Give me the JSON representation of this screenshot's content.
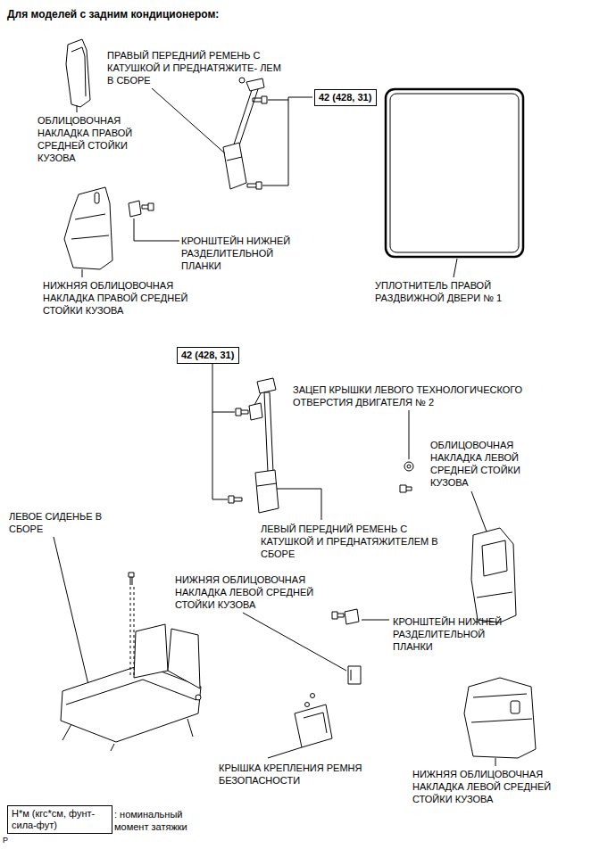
{
  "diagram": {
    "title": "Для моделей с задним кондиционером:",
    "nodes": [
      {
        "text": [
          "42 (428, 31)"
        ]
      },
      {
        "text": [
          "42 (428, 31)"
        ]
      },
      {
        "text": [
          "Н*м (кгс*см, фунт-сила-фут)"
        ]
      }
    ],
    "labels": [
      "ПРАВЫЙ ПЕРЕДНИЙ РЕМЕНЬ С КАТУШКОЙ И ПРЕДНАТЯЖИТЕ- ЛЕМ В СБОРЕ",
      "ОБЛИЦОВОЧНАЯ НАКЛАДКА ПРАВОЙ СРЕДНЕЙ СТОЙКИ КУЗОВА",
      "КРОНШТЕЙН НИЖНЕЙ РАЗДЕЛИТЕЛЬНОЙ ПЛАНКИ",
      "НИЖНЯЯ ОБЛИЦОВОЧНАЯ НАКЛАДКА ПРАВОЙ СРЕДНЕЙ СТОЙКИ КУЗОВА",
      "УПЛОТНИТЕЛЬ ПРАВОЙ РАЗДВИЖНОЙ ДВЕРИ № 1",
      "ЗАЦЕП КРЫШКИ ЛЕВОГО ТЕХНОЛОГИЧЕСКОГО ОТВЕРСТИЯ ДВИГАТЕЛЯ № 2",
      "ОБЛИЦОВОЧНАЯ НАКЛАДКА ЛЕВОЙ СРЕДНЕЙ СТОЙКИ КУЗОВА",
      "ЛЕВОЕ СИДЕНЬЕ В СБОРЕ",
      "ЛЕВЫЙ ПЕРЕДНИЙ РЕМЕНЬ С КАТУШКОЙ И ПРЕДНАТЯЖИТЕЛЕМ В СБОРЕ",
      "НИЖНЯЯ ОБЛИЦОВОЧНАЯ НАКЛАДКА ЛЕВОЙ СРЕДНЕЙ СТОЙКИ КУЗОВА",
      "КРОНШТЕЙН НИЖНЕЙ РАЗДЕЛИТЕЛЬНОЙ ПЛАНКИ",
      "КРЫШКА КРЕПЛЕНИЯ РЕМНЯ БЕЗОПАСНОСТИ",
      "НИЖНЯЯ ОБЛИЦОВОЧНАЯ НАКЛАДКА ЛЕВОЙ СРЕДНЕЙ СТОЙКИ КУЗОВА",
      ": номинальный момент затяжки",
      "P"
    ]
  }
}
